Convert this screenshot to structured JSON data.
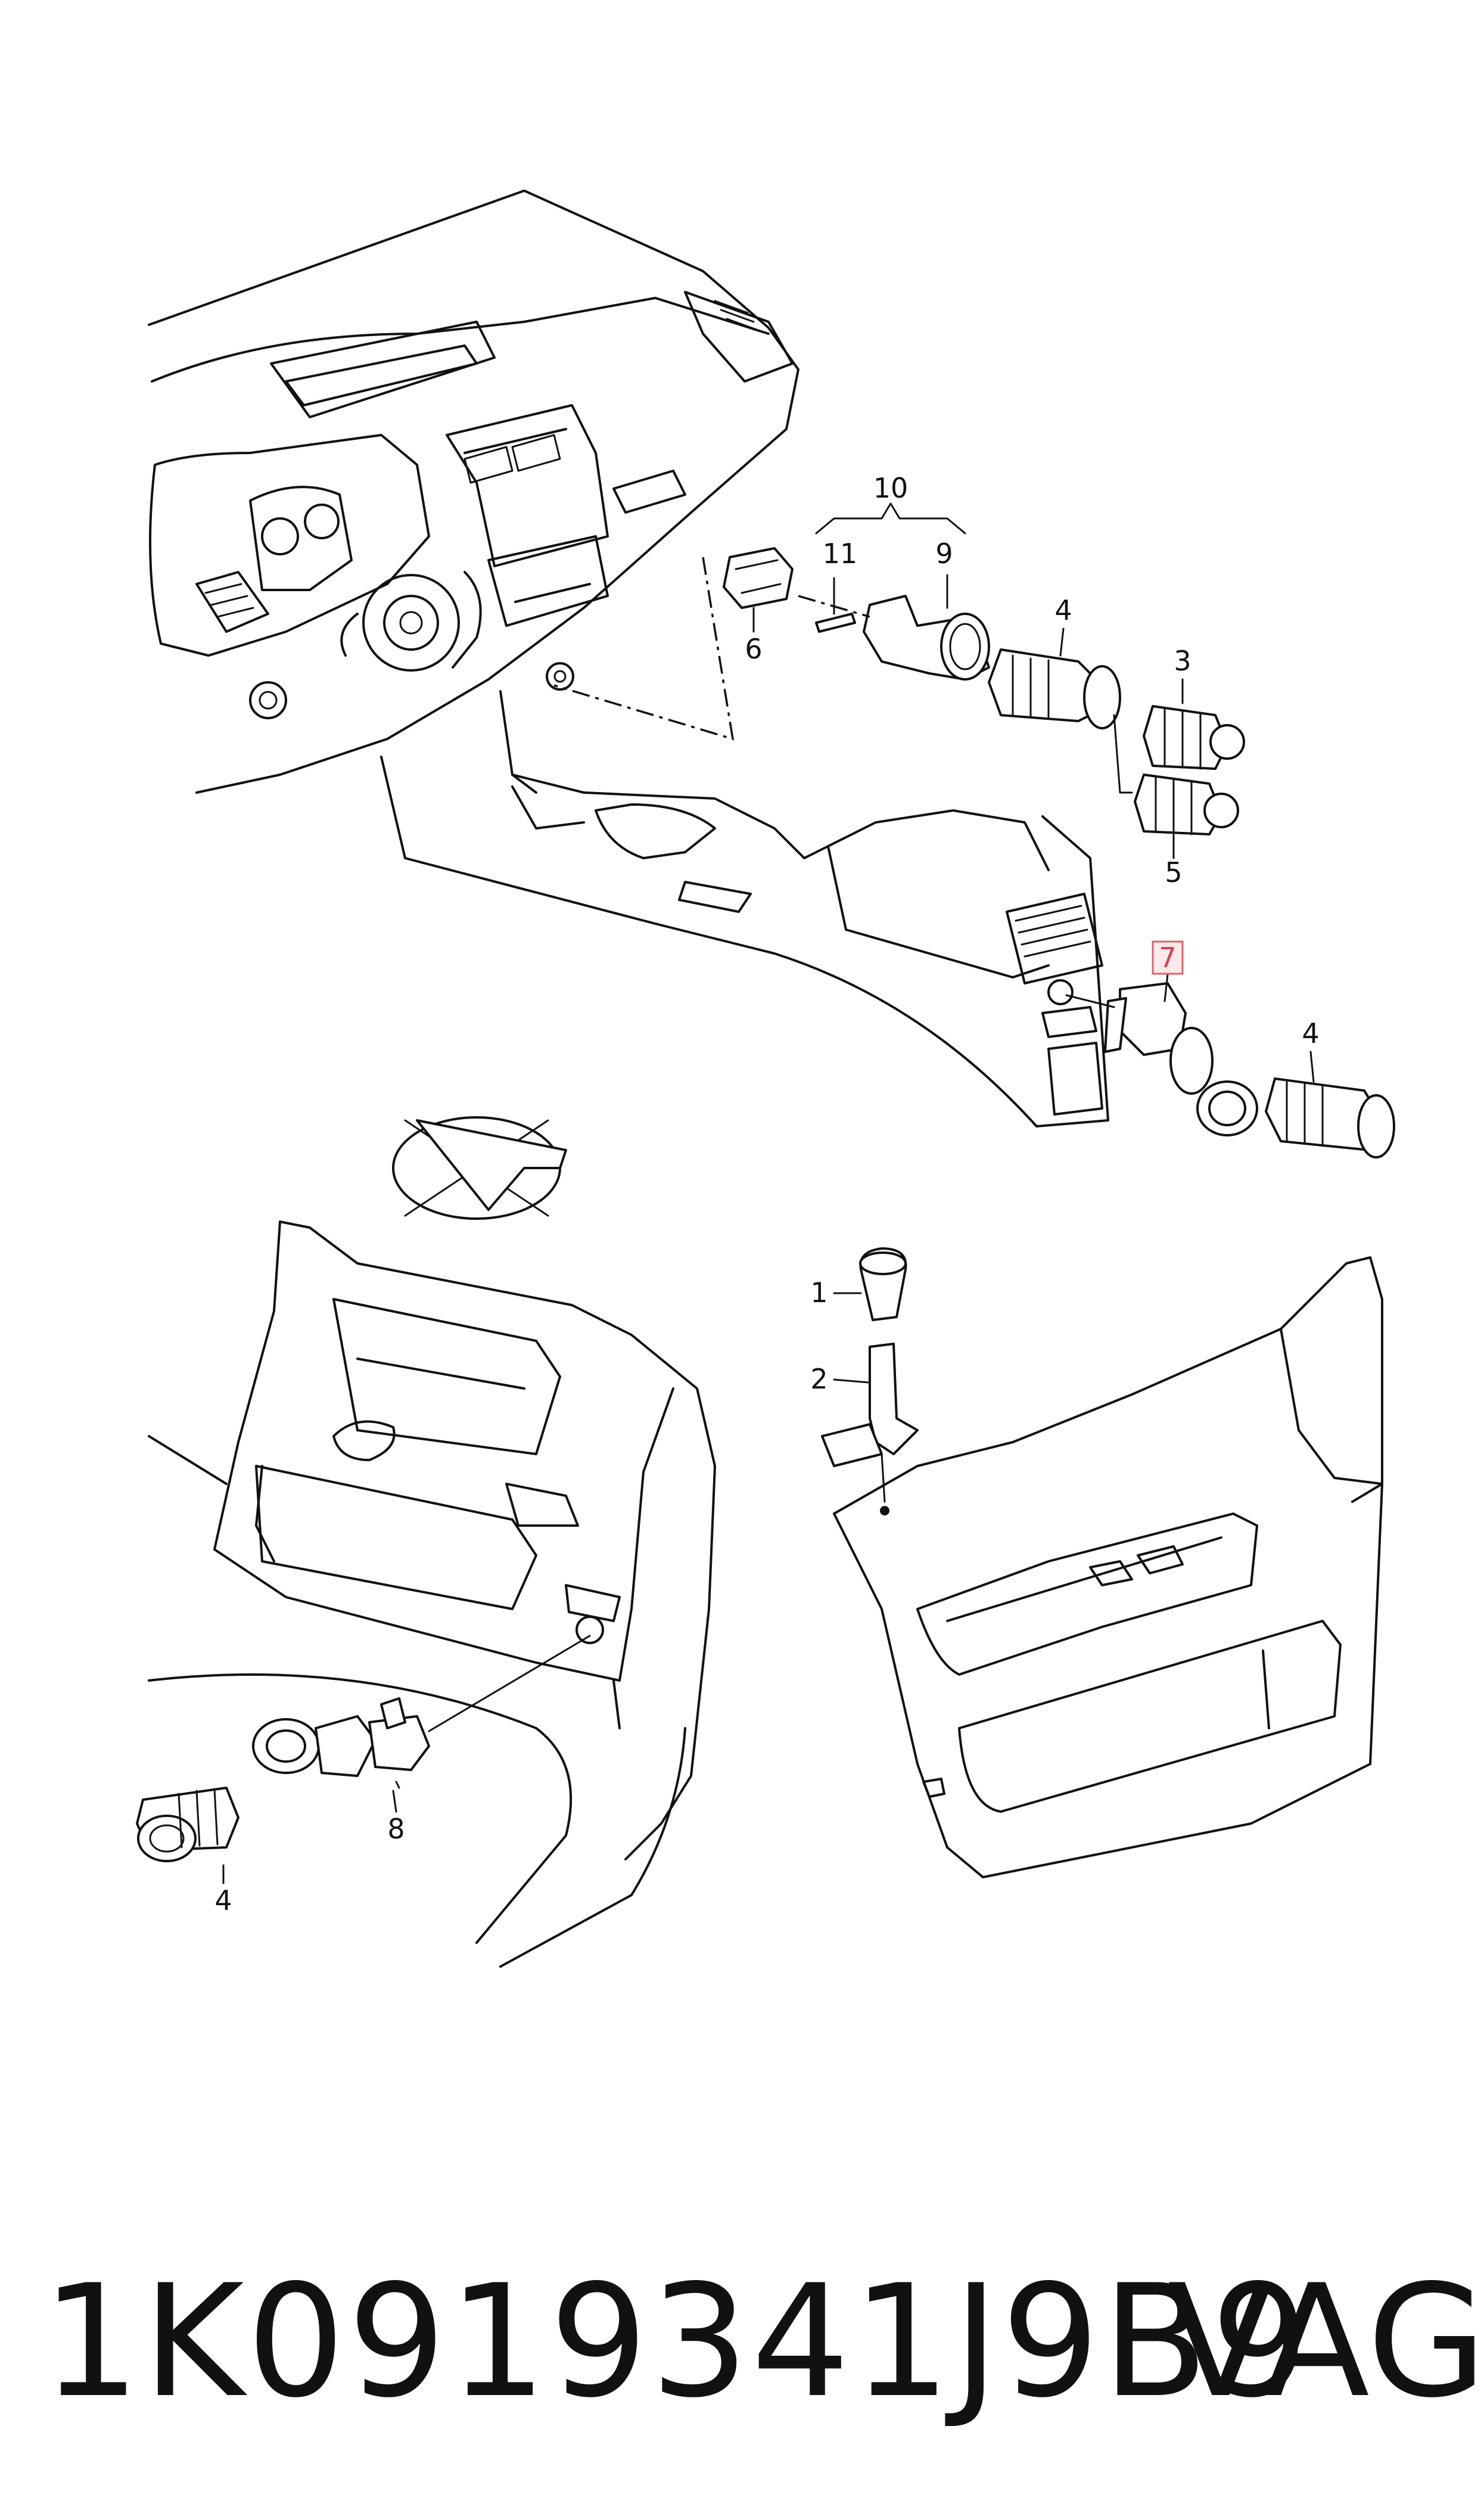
{
  "callouts": {
    "c10": "10",
    "c11": "11",
    "c9": "9",
    "c4_top": "4",
    "c3": "3",
    "c6": "6",
    "c5": "5",
    "c7": "7",
    "c4_console": "4",
    "c1": "1",
    "c2": "2",
    "c8": "8",
    "c4_door": "4"
  },
  "highlight_color": "#e0606e",
  "footer": {
    "part_number": "1K0919341J9B9",
    "brand": "VAG"
  }
}
